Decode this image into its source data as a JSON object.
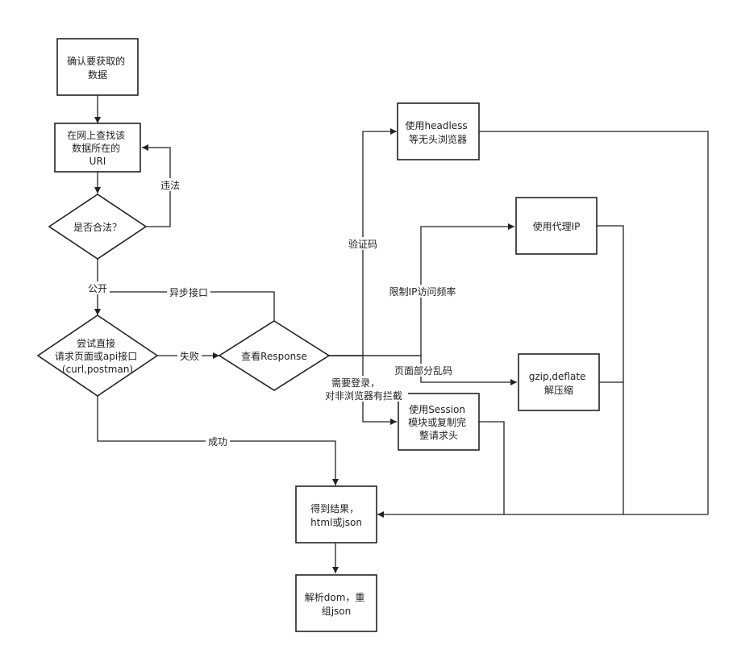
{
  "diagram": {
    "nodes": {
      "confirm_data": {
        "lines": [
          "确认要获取的",
          "数据"
        ]
      },
      "find_uri": {
        "lines": [
          "在网上查找该",
          "数据所在的",
          "URI"
        ]
      },
      "is_legal": {
        "lines": [
          "是否合法？"
        ]
      },
      "try_direct": {
        "lines": [
          "尝试直接",
          "请求页面或api接口",
          "(curl,postman)"
        ]
      },
      "check_response": {
        "lines": [
          "查看Response"
        ]
      },
      "use_headless": {
        "lines": [
          "使用headless",
          "等无头浏览器"
        ]
      },
      "use_proxy": {
        "lines": [
          "使用代理IP"
        ]
      },
      "gzip": {
        "lines": [
          "gzip,deflate",
          "解压缩"
        ]
      },
      "use_session": {
        "lines": [
          "使用Session",
          "模块或复制完",
          "整请求头"
        ]
      },
      "get_result": {
        "lines": [
          "得到结果，",
          "html或json"
        ]
      },
      "parse_dom": {
        "lines": [
          "解析dom，重",
          "组json"
        ]
      }
    },
    "edge_labels": {
      "illegal": "违法",
      "public": "公开",
      "async_api": "异步接口",
      "fail": "失败",
      "success": "成功",
      "captcha": "验证码",
      "ip_limit": "限制IP访问频率",
      "garbled": "页面部分乱码",
      "login": [
        "需要登录，",
        "对非浏览器有拦截"
      ]
    }
  }
}
